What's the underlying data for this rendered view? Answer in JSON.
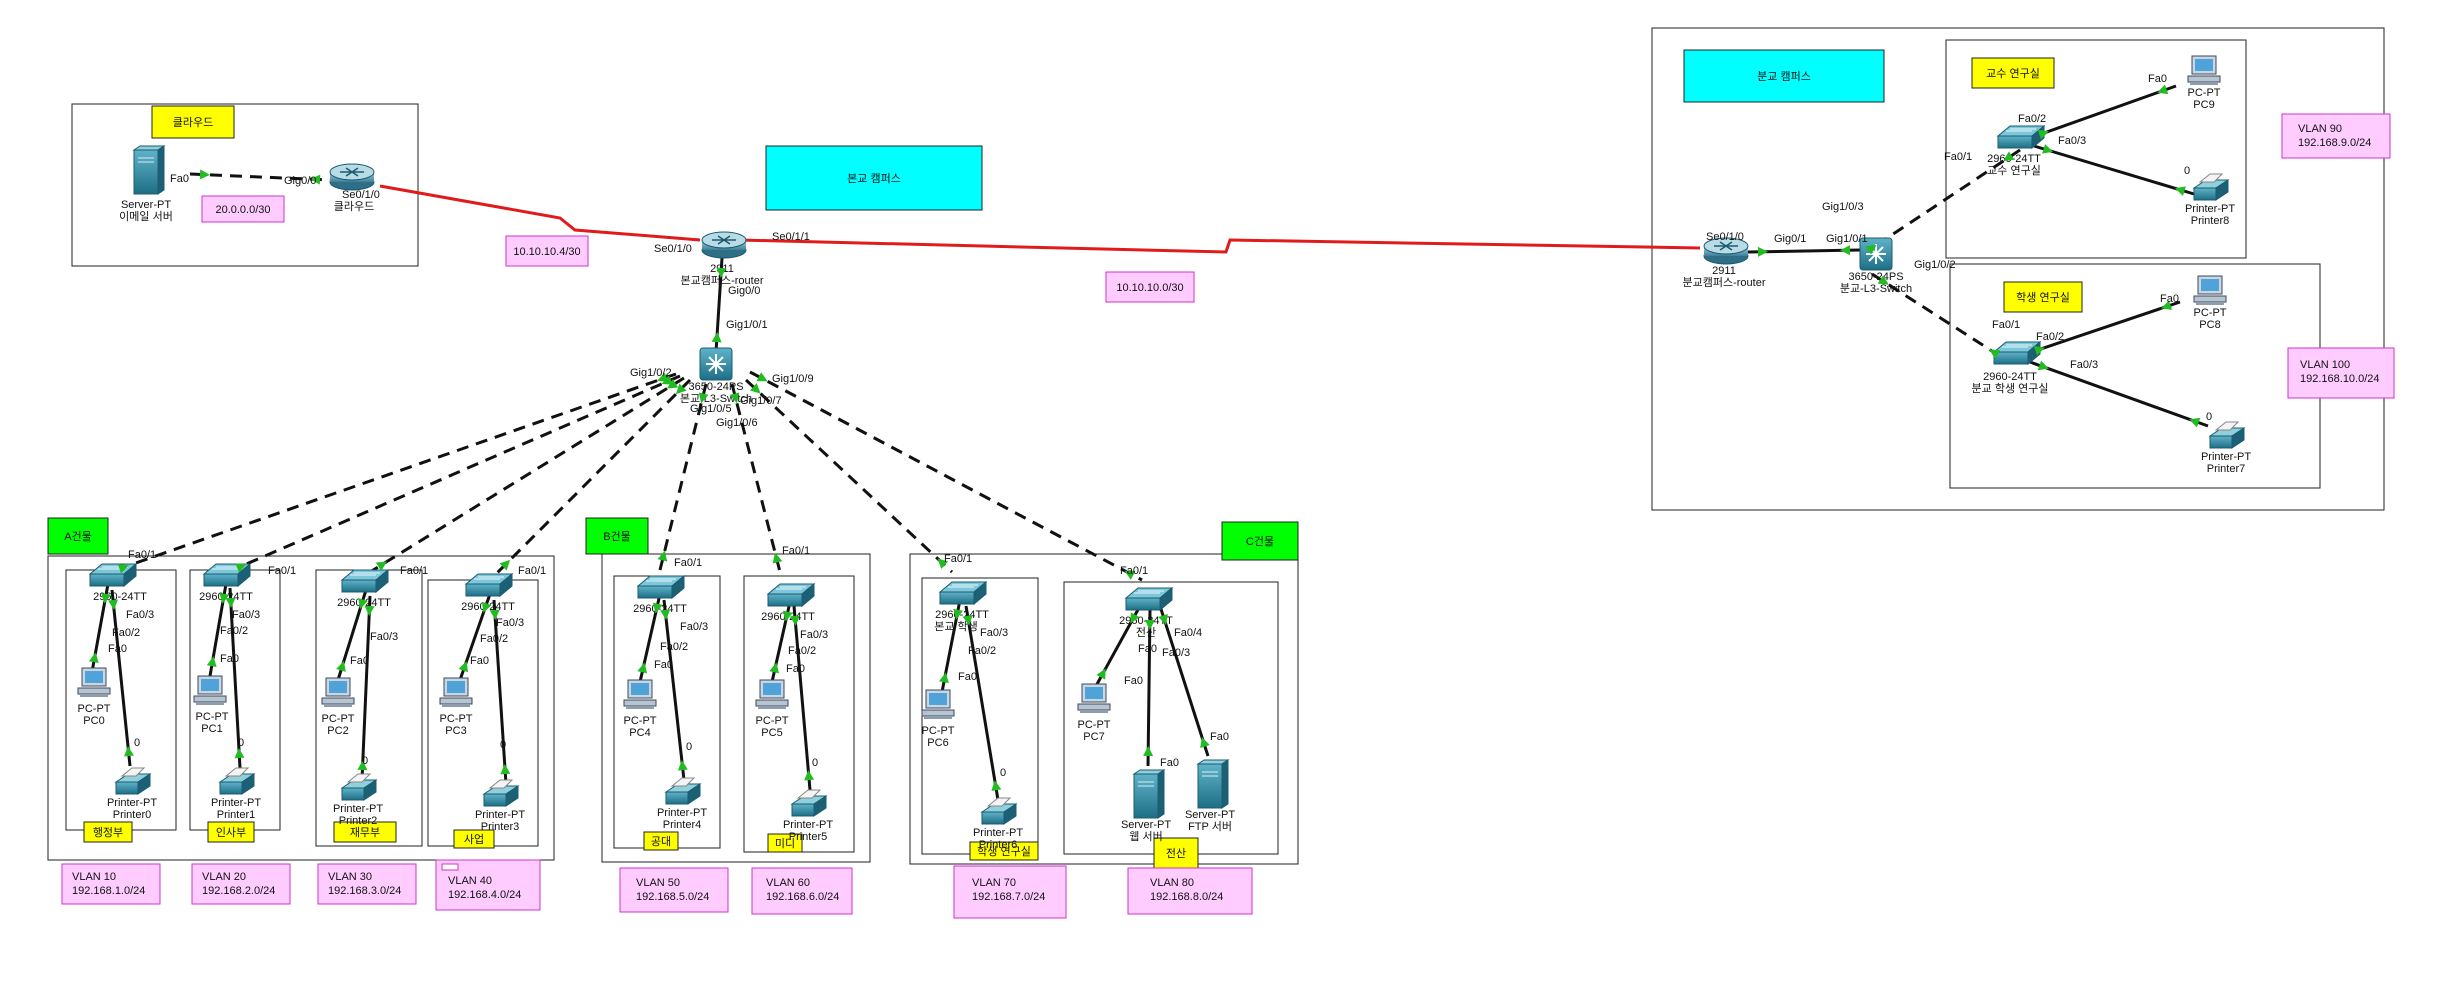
{
  "colors": {
    "wan_link": "#e01b1b",
    "link": "#111111",
    "port_dot": "#22bb22",
    "cloud_tag": "#ffff00",
    "building_tag": "#00ff00",
    "campus_tag": "#00ffff",
    "subnet_box": "#ffccff",
    "subnet_border": "#cc33cc"
  },
  "tags": {
    "cloud": "클라우드",
    "main_campus": "본교 캠퍼스",
    "branch_campus": "분교 캠퍼스",
    "bldg_a": "A건물",
    "bldg_b": "B건물",
    "bldg_c": "C건물",
    "professor_lab": "교수 연구실",
    "student_lab": "학생 연구실",
    "dept_admin": "행정부",
    "dept_hr": "인사부",
    "dept_finance": "재무부",
    "dept_business": "사업",
    "dept_eng": "공대",
    "dept_media": "미디",
    "dept_student_lab": "학생 연구실",
    "dept_it": "전산"
  },
  "subnets": {
    "cloud": "20.0.0.0/30",
    "wan1": "10.10.10.4/30",
    "wan2": "10.10.10.0/30",
    "vlan10": [
      "VLAN 10",
      "192.168.1.0/24"
    ],
    "vlan20": [
      "VLAN 20",
      "192.168.2.0/24"
    ],
    "vlan30": [
      "VLAN 30",
      "192.168.3.0/24"
    ],
    "vlan40": [
      "VLAN 40",
      "192.168.4.0/24"
    ],
    "vlan50": [
      "VLAN 50",
      "192.168.5.0/24"
    ],
    "vlan60": [
      "VLAN 60",
      "192.168.6.0/24"
    ],
    "vlan70": [
      "VLAN 70",
      "192.168.7.0/24"
    ],
    "vlan80": [
      "VLAN 80",
      "192.168.8.0/24"
    ],
    "vlan90": [
      "VLAN 90",
      "192.168.9.0/24"
    ],
    "vlan100": [
      "VLAN 100",
      "192.168.10.0/24"
    ]
  },
  "devices": {
    "server0": [
      "Server-PT",
      "이메일 서버"
    ],
    "cloud_router": [
      "클라우드"
    ],
    "main_router": [
      "2911",
      "본교캠퍼스-router"
    ],
    "main_l3": [
      "3650-24PS",
      "본교-L3-Switch"
    ],
    "branch_router": [
      "2911",
      "분교캠퍼스-router"
    ],
    "branch_l3": [
      "3650-24PS",
      "분교-L3-Switch"
    ],
    "sw_prof": [
      "2960-24TT",
      "교수 연구실"
    ],
    "sw_stud": [
      "2960-24TT",
      "분교 학생 연구실"
    ],
    "pc9": [
      "PC-PT",
      "PC9"
    ],
    "pc8": [
      "PC-PT",
      "PC8"
    ],
    "printer8": [
      "Printer-PT",
      "Printer8"
    ],
    "printer7": [
      "Printer-PT",
      "Printer7"
    ],
    "sw_a1": [
      "2960-24TT"
    ],
    "sw_a2": [
      "2960-24TT"
    ],
    "sw_a3": [
      "2960-24TT"
    ],
    "sw_a4": [
      "2960-24TT"
    ],
    "sw_b1": [
      "2960-24TT"
    ],
    "sw_b2": [
      "2960-24TT"
    ],
    "sw_c1": [
      "2960-24TT",
      "본교 학생"
    ],
    "sw_c2": [
      "2960-24TT",
      "전산"
    ],
    "pc0": [
      "PC-PT",
      "PC0"
    ],
    "pc1": [
      "PC-PT",
      "PC1"
    ],
    "pc2": [
      "PC-PT",
      "PC2"
    ],
    "pc3": [
      "PC-PT",
      "PC3"
    ],
    "pc4": [
      "PC-PT",
      "PC4"
    ],
    "pc5": [
      "PC-PT",
      "PC5"
    ],
    "pc6": [
      "PC-PT",
      "PC6"
    ],
    "pc7": [
      "PC-PT",
      "PC7"
    ],
    "printer0": [
      "Printer-PT",
      "Printer0"
    ],
    "printer1": [
      "Printer-PT",
      "Printer1"
    ],
    "printer2": [
      "Printer-PT",
      "Printer2"
    ],
    "printer3": [
      "Printer-PT",
      "Printer3"
    ],
    "printer4": [
      "Printer-PT",
      "Printer4"
    ],
    "printer5": [
      "Printer-PT",
      "Printer5"
    ],
    "printer6": [
      "Printer-PT",
      "Printer6"
    ],
    "server_web": [
      "Server-PT",
      "웹 서버"
    ],
    "server_ftp": [
      "Server-PT",
      "FTP 서버"
    ]
  },
  "ports": {
    "fa0": "Fa0",
    "fa01": "Fa0/1",
    "fa02": "Fa0/2",
    "fa03": "Fa0/3",
    "fa04": "Fa0/4",
    "p0": "0",
    "gig00": "Gig0/0",
    "gig01": "Gig0/1",
    "se010": "Se0/1/0",
    "se011": "Se0/1/1",
    "gig101": "Gig1/0/1",
    "gig102": "Gig1/0/2",
    "gig103": "Gig1/0/3",
    "gig105": "Gig1/0/5",
    "gig106": "Gig1/0/6",
    "gig107": "Gig1/0/7",
    "gig109": "Gig1/0/9"
  }
}
